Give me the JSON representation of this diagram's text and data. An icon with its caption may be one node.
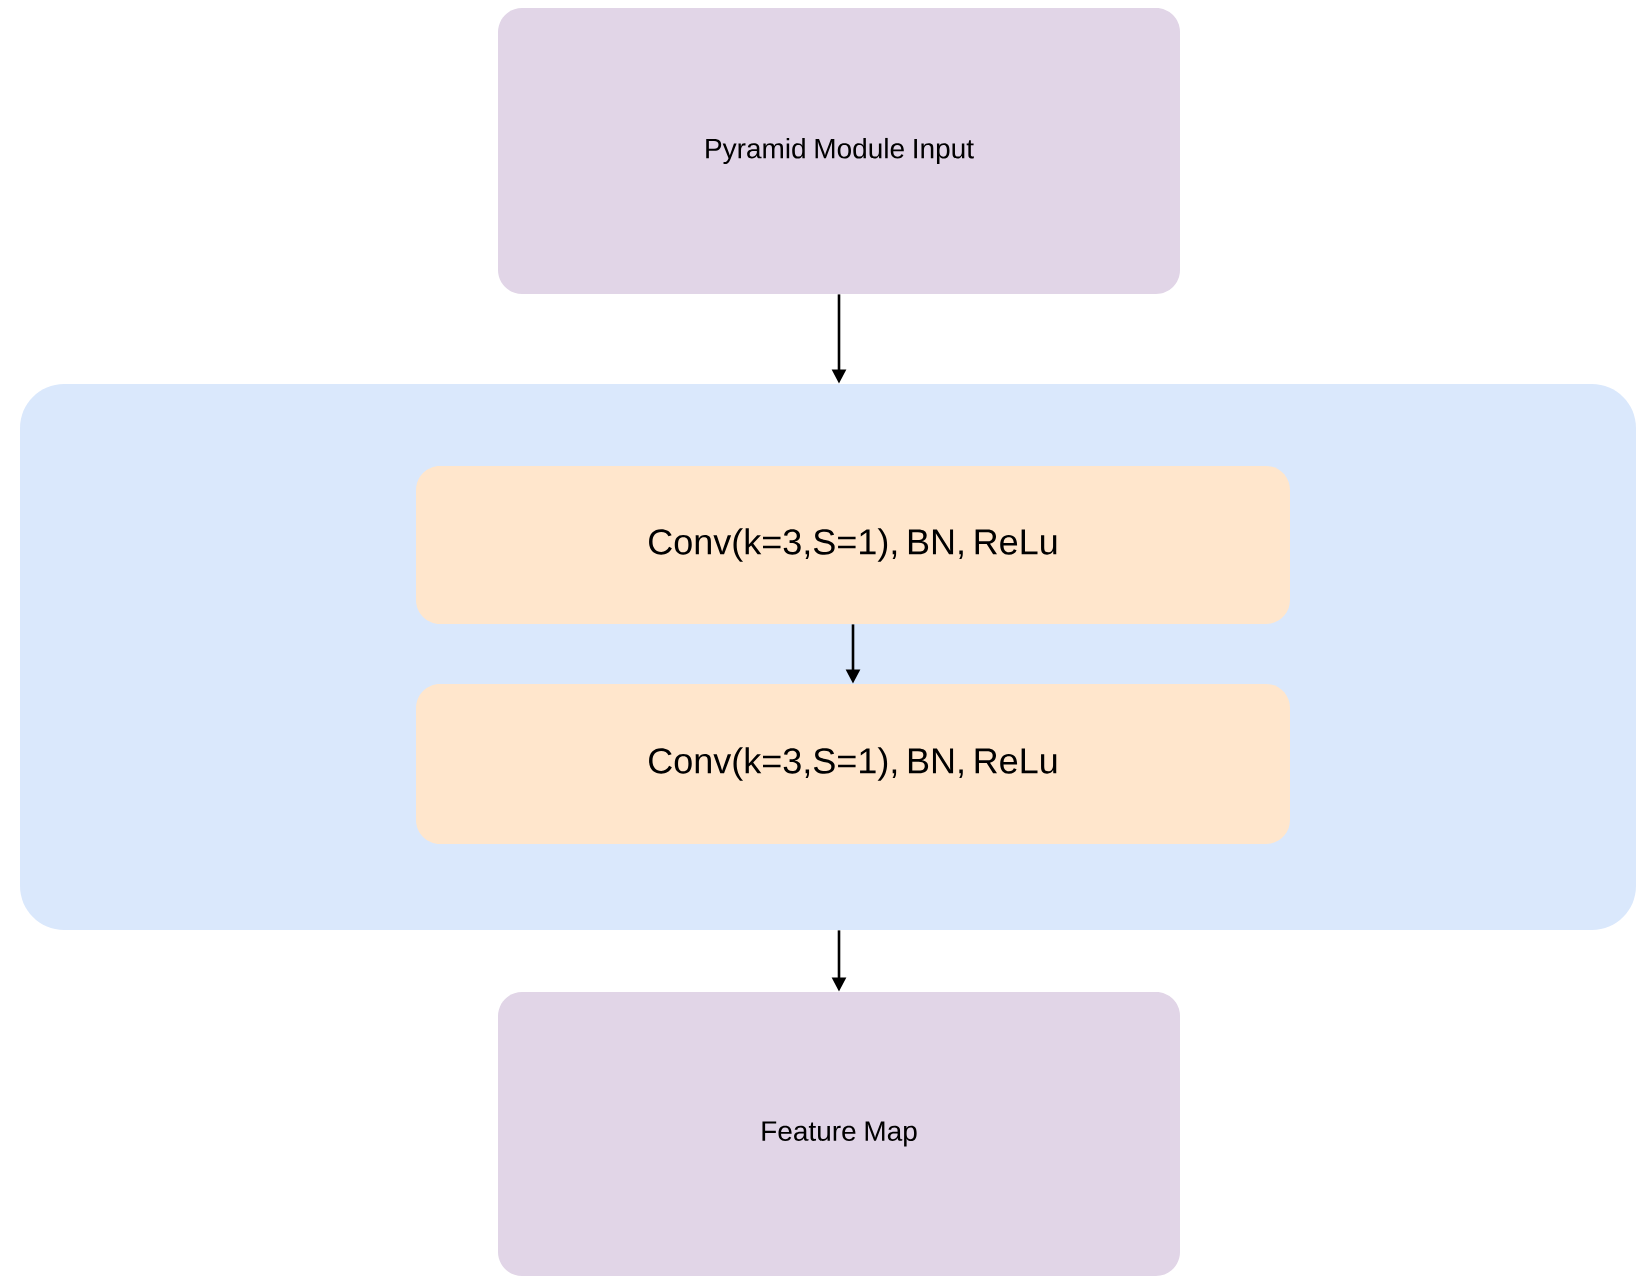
{
  "diagram": {
    "nodes": [
      {
        "text": [
          "Pyramid Module Input"
        ]
      },
      {
        "text": [],
        "shape": "box"
      },
      {
        "text": [
          "Conv(k=3,S=1), BN, ReLu"
        ],
        "in": 1
      },
      {
        "text": [
          "Conv(k=3,S=1), BN, ReLu"
        ],
        "in": 1
      },
      {
        "text": [
          "Feature Map"
        ]
      }
    ],
    "edges": [
      {
        "from": 0,
        "to": 1,
        "arrow": "to"
      },
      {
        "from": 2,
        "to": 3,
        "arrow": "to"
      },
      {
        "from": 1,
        "to": 4,
        "arrow": "to"
      }
    ]
  }
}
